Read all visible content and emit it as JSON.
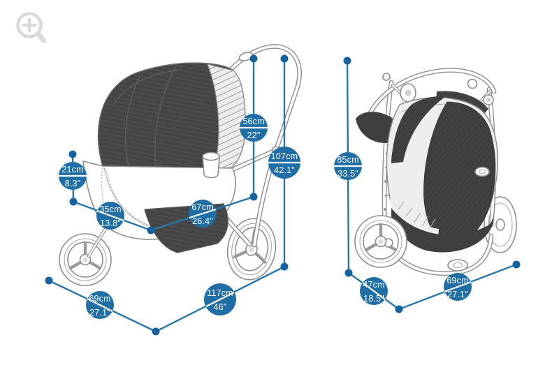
{
  "colors": {
    "accent_blue": "#1f6ea6",
    "leader_line_blue": "#2577ab",
    "endpoint_dot_blue": "#15639e",
    "badge_text": "#ffffff",
    "line_art_gray": "#8d8d8d",
    "fabric_dark": "#434343",
    "magnifier_gray": "#d9d9d9",
    "background": "#ffffff"
  },
  "icons": {
    "zoom": "magnifier-plus-icon"
  },
  "views": {
    "open": {
      "name": "pet-stroller-open-side-view",
      "measurements": [
        {
          "cm": "56cm",
          "inches": "22\""
        },
        {
          "cm": "107cm",
          "inches": "42.1\""
        },
        {
          "cm": "21cm",
          "inches": "8.3\""
        },
        {
          "cm": "35cm",
          "inches": "13.8\""
        },
        {
          "cm": "67cm",
          "inches": "26.4\""
        },
        {
          "cm": "69cm",
          "inches": "27.1\""
        },
        {
          "cm": "117cm",
          "inches": "46\""
        }
      ]
    },
    "folded": {
      "name": "pet-stroller-folded-view",
      "measurements": [
        {
          "cm": "85cm",
          "inches": "33.5\""
        },
        {
          "cm": "47cm",
          "inches": "18.5\""
        },
        {
          "cm": "69cm",
          "inches": "27.1\""
        }
      ]
    }
  }
}
